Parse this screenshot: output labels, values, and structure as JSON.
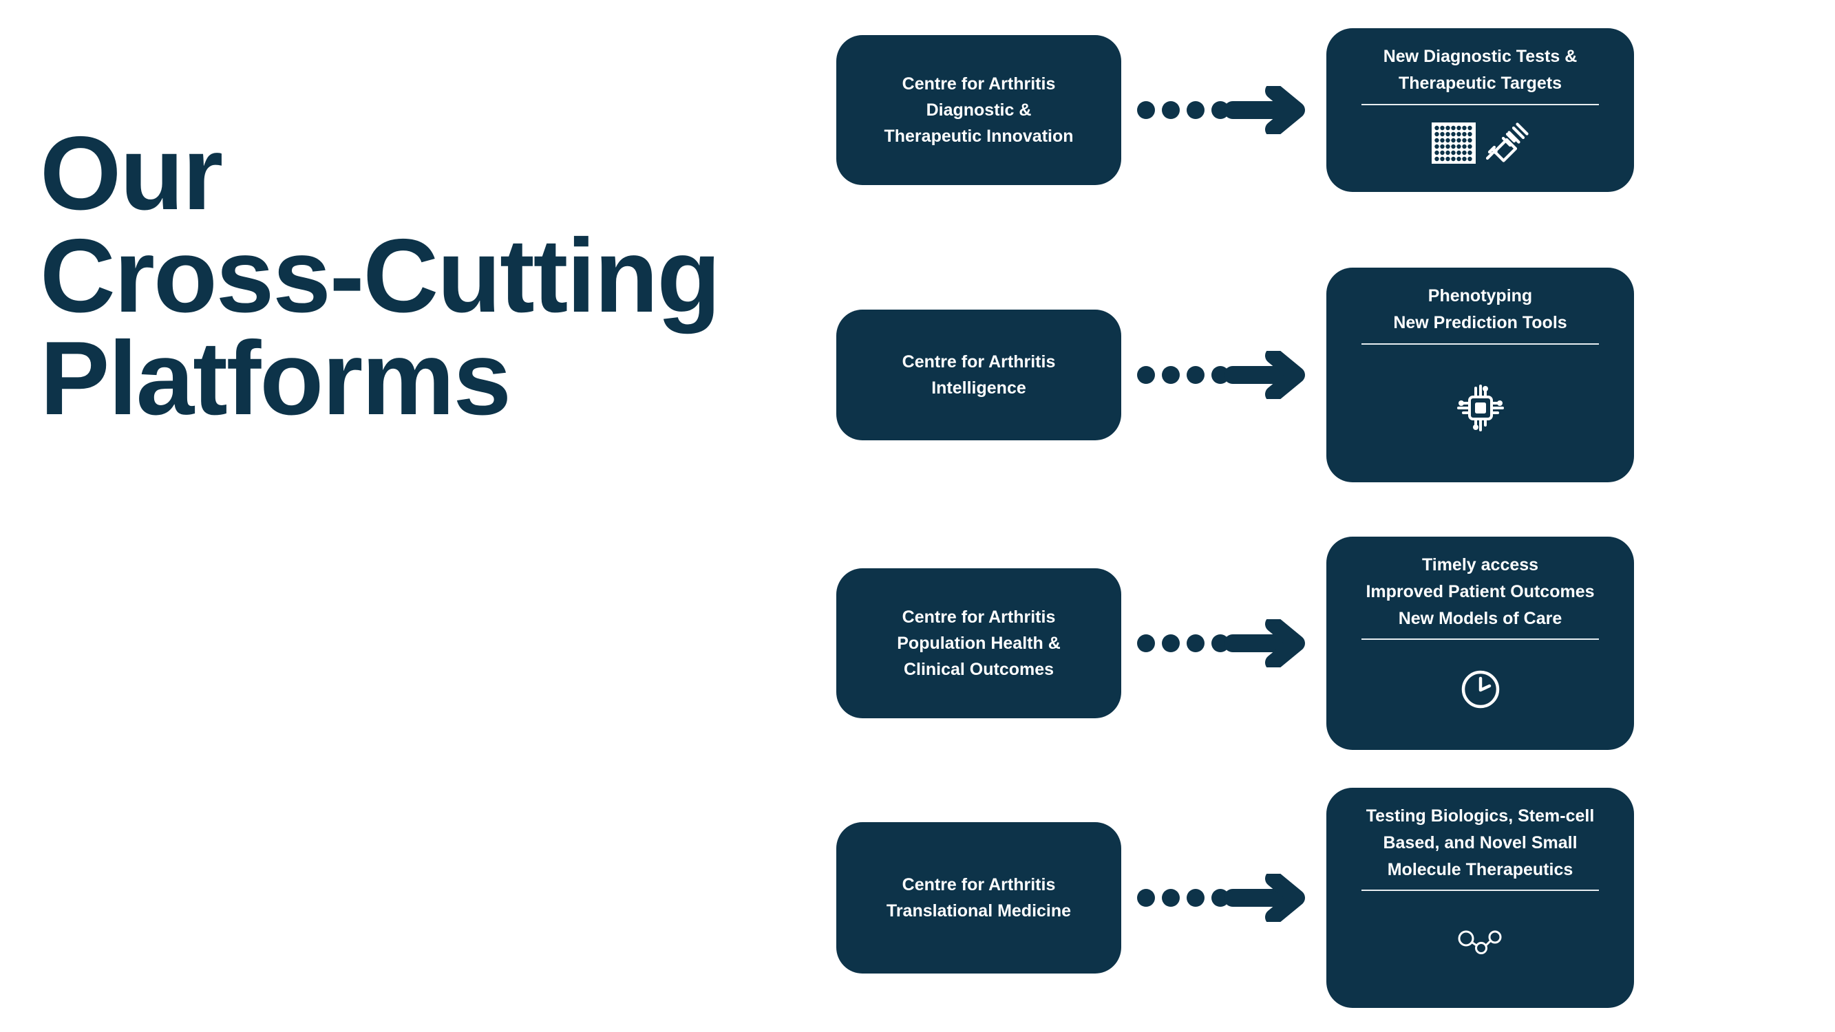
{
  "title": {
    "lines": [
      "Our",
      "Cross-Cutting",
      "Platforms"
    ],
    "color": "#0d3349"
  },
  "theme": {
    "navy": "#0d3349",
    "white": "#ffffff",
    "background": "#ffffff",
    "divider": "#e8eef1"
  },
  "connector": {
    "dot_count": 4,
    "style": "dotted-line-with-arrowhead",
    "color": "#0d3349"
  },
  "rows": [
    {
      "centre": {
        "lines": [
          "Centre for Arthritis",
          "Diagnostic &",
          "Therapeutic Innovation"
        ]
      },
      "outcome": {
        "lines": [
          "New Diagnostic  Tests &",
          "Therapeutic Targets"
        ],
        "icons": [
          "microplate-icon",
          "syringe-icon"
        ]
      }
    },
    {
      "centre": {
        "lines": [
          "Centre for Arthritis",
          "Intelligence"
        ]
      },
      "outcome": {
        "lines": [
          "Phenotyping",
          "New  Prediction Tools"
        ],
        "icons": [
          "microchip-icon"
        ]
      }
    },
    {
      "centre": {
        "lines": [
          "Centre for Arthritis",
          "Population Health &",
          "Clinical Outcomes"
        ]
      },
      "outcome": {
        "lines": [
          "Timely access",
          "Improved Patient Outcomes",
          "New Models of Care"
        ],
        "icons": [
          "clock-icon"
        ]
      }
    },
    {
      "centre": {
        "lines": [
          "Centre for Arthritis",
          "Translational Medicine"
        ]
      },
      "outcome": {
        "lines": [
          "Testing Biologics, Stem-cell",
          "Based, and Novel Small",
          "Molecule Therapeutics"
        ],
        "icons": [
          "molecule-icon"
        ]
      }
    }
  ]
}
